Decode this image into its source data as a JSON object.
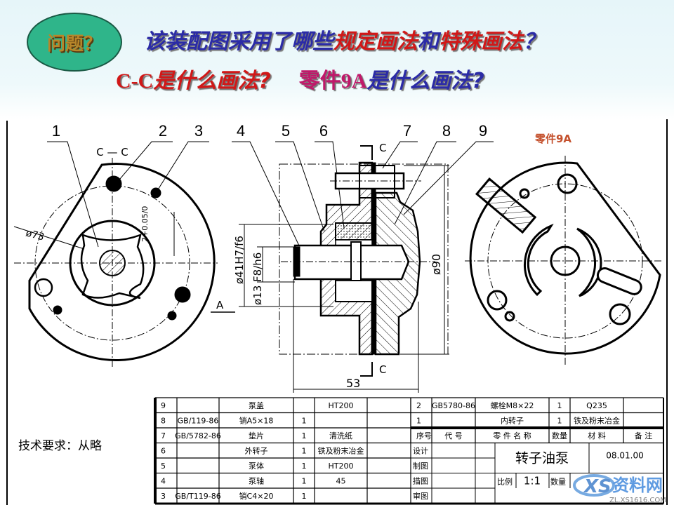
{
  "header": {
    "badge": "问题？",
    "question1": [
      {
        "text": "该装配图采用了哪些",
        "color": "blue"
      },
      {
        "text": "规定画法",
        "color": "red"
      },
      {
        "text": "和",
        "color": "blue"
      },
      {
        "text": "特殊画法",
        "color": "red"
      },
      {
        "text": "？",
        "color": "blue"
      }
    ],
    "question2": [
      {
        "text": "C-C",
        "color": "red"
      },
      {
        "text": "是什么画法?",
        "color": "red"
      },
      {
        "text": "零件9A",
        "color": "mag"
      },
      {
        "text": "是什么画法?",
        "color": "blue"
      }
    ]
  },
  "drawing": {
    "part_numbers": [
      "1",
      "2",
      "3",
      "4",
      "5",
      "6",
      "7",
      "8",
      "9"
    ],
    "section_label": "C — C",
    "cut_label_top": "C",
    "cut_label_bottom": "C",
    "view_arrow_label": "A",
    "dim_d73": "ø73",
    "dim_2tol": "2+0.05/0",
    "dim_fit41": "ø41H7/f6",
    "dim_fit13": "ø13 F8/h6",
    "dim_d90": "ø90",
    "dim_53": "53",
    "part9a_label": "零件9A",
    "part9a_color": "#c4502c"
  },
  "notes": {
    "tech_requirements": "技术要求：从略"
  },
  "parts_table_left": [
    [
      "9",
      "",
      "泵盖",
      "",
      "HT200",
      ""
    ],
    [
      "8",
      "GB/119-86",
      "销A5×18",
      "1",
      "",
      ""
    ],
    [
      "7",
      "GB/5782-86",
      "垫片",
      "1",
      "清洗纸",
      ""
    ],
    [
      "6",
      "",
      "外转子",
      "1",
      "铁及粉末冶金",
      ""
    ],
    [
      "5",
      "",
      "泵体",
      "1",
      "HT200",
      ""
    ],
    [
      "4",
      "",
      "泵轴",
      "1",
      "45",
      ""
    ],
    [
      "3",
      "GB/T119-86",
      "销C4×20",
      "1",
      "",
      ""
    ]
  ],
  "parts_table_right": [
    [
      "2",
      "GB5780-86",
      "螺栓M8×22",
      "1",
      "Q235",
      ""
    ],
    [
      "1",
      "",
      "内转子",
      "1",
      "铁及粉末冶金",
      ""
    ]
  ],
  "table_header": [
    "序号",
    "代  号",
    "零 件 名 称",
    "数量",
    "材  料",
    "备  注"
  ],
  "title_block": {
    "roles": [
      "设计",
      "制图",
      "描图",
      "审图"
    ],
    "title": "转子油泵",
    "drawing_no": "08.01.00",
    "scale_label": "比例",
    "scale": "1:1",
    "qty_label": "数量"
  },
  "watermark": {
    "logo": "XS",
    "name": "资料网",
    "url": "ZL.XS1616.COM"
  }
}
